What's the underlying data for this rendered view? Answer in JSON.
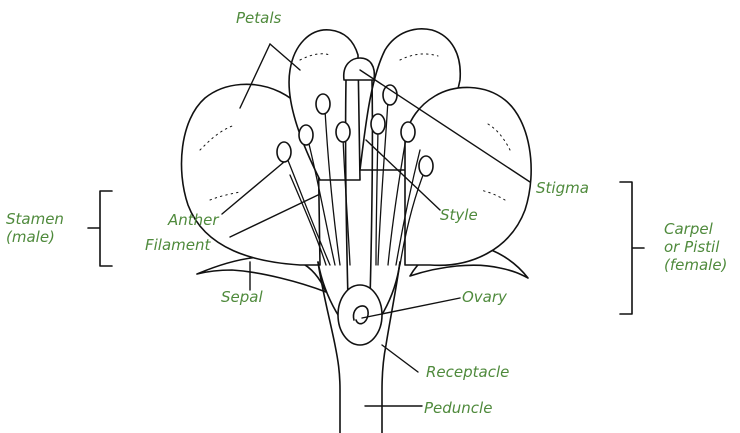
{
  "colors": {
    "label": "#4f8a3c",
    "line": "#111111",
    "background": "#ffffff"
  },
  "labels": {
    "petals": "Petals",
    "stigma": "Stigma",
    "style": "Style",
    "anther": "Anther",
    "filament": "Filament",
    "sepal": "Sepal",
    "ovary": "Ovary",
    "receptacle": "Receptacle",
    "peduncle": "Peduncle",
    "stamen_group": "Stamen\n(male)",
    "carpel_group": "Carpel\nor Pistil\n(female)"
  }
}
